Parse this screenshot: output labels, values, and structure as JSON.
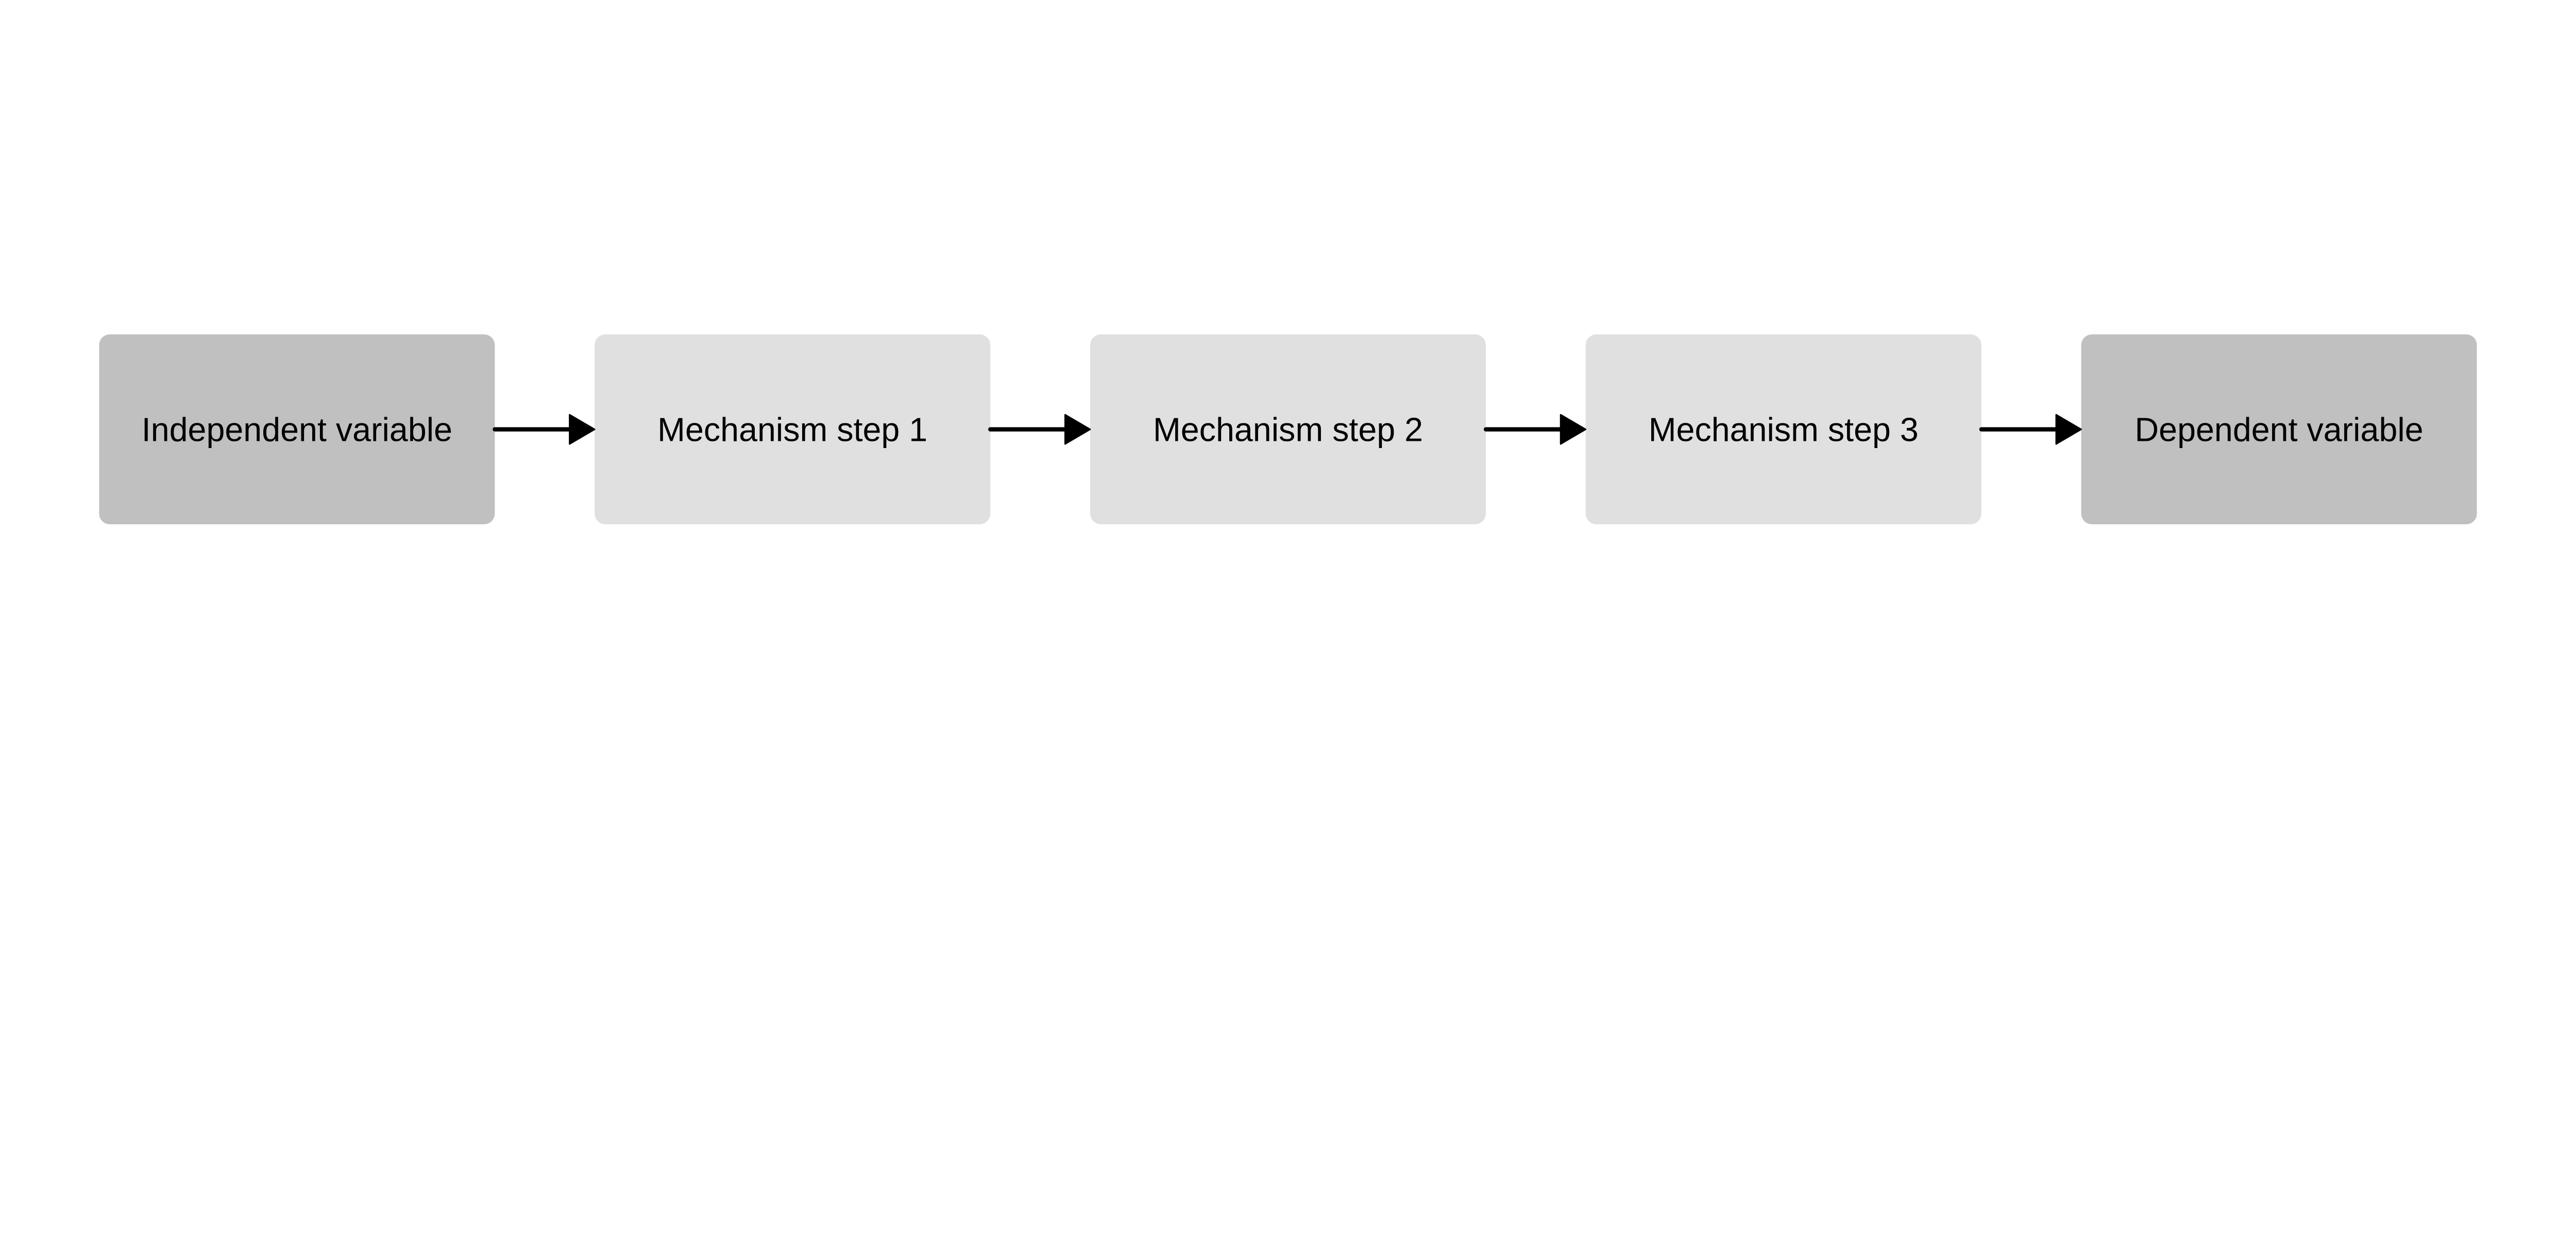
{
  "diagram": {
    "type": "flowchart",
    "direction": "left-to-right",
    "nodes": [
      {
        "id": "iv",
        "label": "Independent variable",
        "fill": "#c0c0c0"
      },
      {
        "id": "m1",
        "label": "Mechanism step 1",
        "fill": "#e0e0e0"
      },
      {
        "id": "m2",
        "label": "Mechanism step 2",
        "fill": "#e0e0e0"
      },
      {
        "id": "m3",
        "label": "Mechanism step 3",
        "fill": "#e0e0e0"
      },
      {
        "id": "dv",
        "label": "Dependent variable",
        "fill": "#c0c0c0"
      }
    ],
    "edges": [
      {
        "from": "iv",
        "to": "m1"
      },
      {
        "from": "m1",
        "to": "m2"
      },
      {
        "from": "m2",
        "to": "m3"
      },
      {
        "from": "m3",
        "to": "dv"
      }
    ],
    "edge_color": "#000000"
  }
}
